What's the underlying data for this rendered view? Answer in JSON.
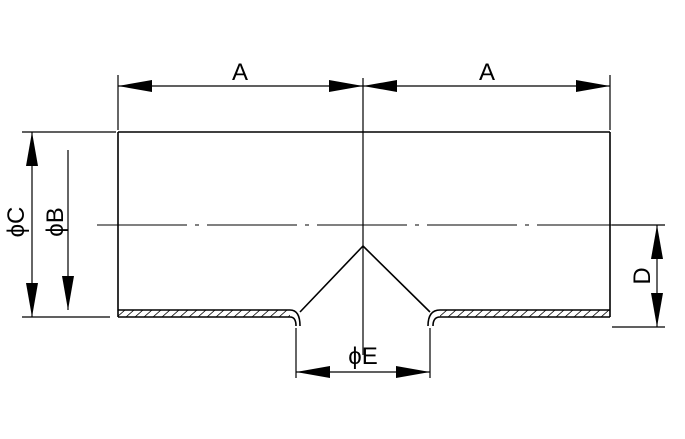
{
  "drawing": {
    "labels": {
      "a_left": "A",
      "a_right": "A",
      "dia_c": "ϕC",
      "dia_b": "ϕB",
      "dim_d": "D",
      "dia_e": "ϕE"
    },
    "colors": {
      "line": "#000000",
      "background": "#ffffff"
    }
  }
}
